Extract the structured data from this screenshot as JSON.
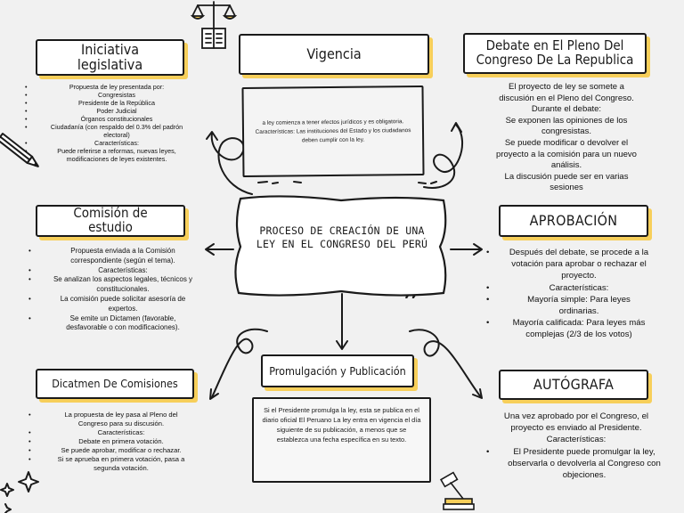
{
  "center": {
    "title": "PROCESO DE CREACIÓN DE UNA LEY EN EL CONGRESO DEL PERÚ"
  },
  "iniciativa": {
    "title": "Iniciativa legislativa",
    "items": [
      "Propuesta de ley presentada por:",
      "Congresistas",
      "Presidente de la República",
      "Poder Judicial",
      "Órganos constitucionales",
      "Ciudadanía (con respaldo del 0.3% del padrón electoral)",
      "Características:",
      "Puede referirse a reformas, nuevas leyes, modificaciones de leyes existentes."
    ]
  },
  "vigencia": {
    "title": "Vigencia",
    "text": "a ley comienza a tener efectos jurídicos y es obligatoria. Características: Las instituciones del Estado y los ciudadanos deben cumplir con la ley."
  },
  "debate": {
    "title": "Debate en El Pleno Del Congreso De La Republica",
    "lines": [
      "El proyecto de ley se somete a discusión en el Pleno del Congreso.",
      "Durante el debate:",
      "Se exponen las opiniones de los congresistas.",
      "Se puede modificar o devolver el proyecto a la comisión para un nuevo análisis.",
      "La discusión puede ser en varias sesiones"
    ]
  },
  "comision": {
    "title": "Comisión de estudio",
    "items": [
      "Propuesta enviada a la Comisión correspondiente (según el tema).",
      "Características:",
      "Se analizan los aspectos legales, técnicos y constitucionales.",
      "La comisión puede solicitar asesoría de expertos.",
      "Se emite un Dictamen (favorable, desfavorable o con modificaciones)."
    ]
  },
  "aprobacion": {
    "title": "APROBACIÓN",
    "items": [
      "Después del debate, se procede a la votación para aprobar o rechazar el proyecto.",
      "Características:",
      "Mayoría simple: Para leyes ordinarias.",
      "Mayoría calificada: Para leyes más complejas (2/3 de los votos)"
    ]
  },
  "dictamen": {
    "title": "Dicatmen De Comisiones",
    "items": [
      "La propuesta de ley pasa al Pleno del Congreso para su discusión.",
      "Características:",
      "Debate en primera votación.",
      "Se puede aprobar, modificar o rechazar.",
      "Si se aprueba en primera votación, pasa a segunda votación."
    ]
  },
  "promulgacion": {
    "title": "Promulgación y Publicación",
    "text": "Si el Presidente promulga la ley, esta se publica en el diario oficial El Peruano La ley entra en vigencia el día siguiente de su publicación, a menos que se establezca una fecha específica en su texto."
  },
  "autografa": {
    "title": "AUTÓGRAFA",
    "lines": [
      "Una vez aprobado por el Congreso, el proyecto es enviado al Presidente.",
      "Características:"
    ],
    "items": [
      "El Presidente puede promulgar la ley, observarla o devolverla al Congreso con objeciones."
    ]
  },
  "icons": [
    "scales-book-icon",
    "pencil-icon",
    "gavel-book-icon",
    "sparkle-icon"
  ],
  "colors": {
    "accent_shadow": "#f7cf5a",
    "background": "#f1f1f1",
    "ink": "#1a1a1a"
  }
}
